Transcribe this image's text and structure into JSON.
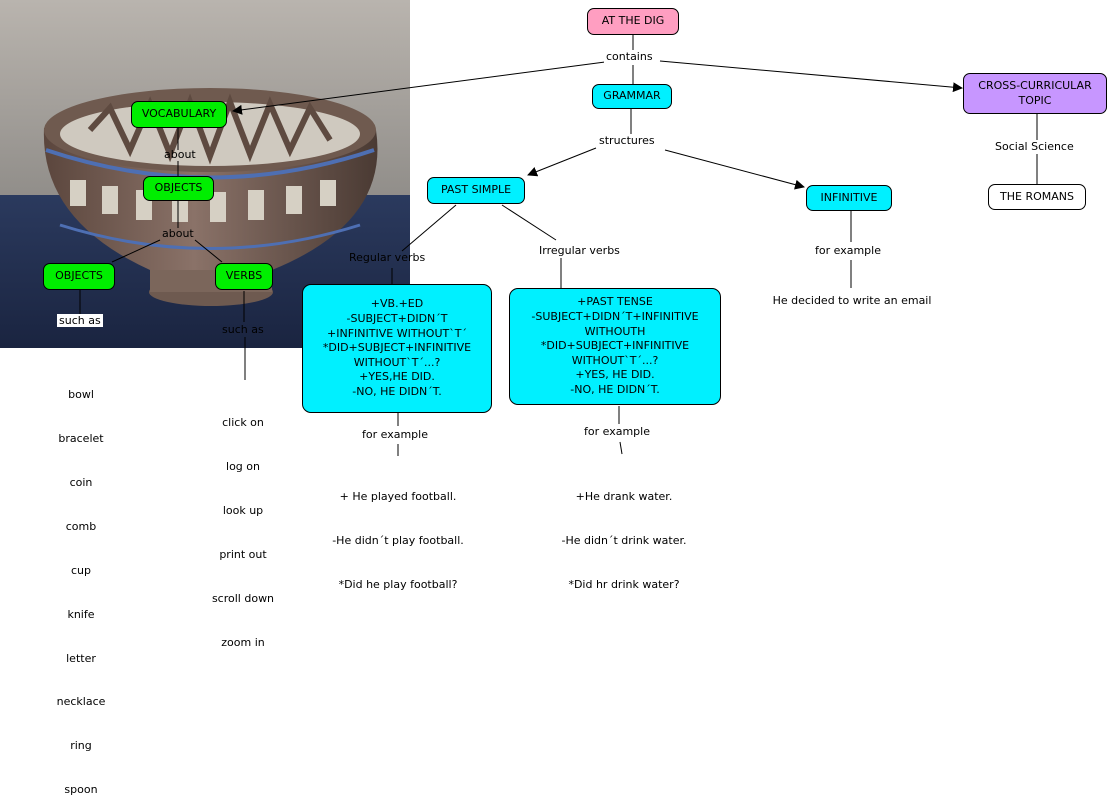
{
  "nodes": {
    "at_the_dig": "AT THE DIG",
    "vocabulary": "VOCABULARY",
    "grammar": "GRAMMAR",
    "cross_curricular": [
      "CROSS-CURRICULAR",
      "TOPIC"
    ],
    "objects_top": "OBJECTS",
    "objects_left": "OBJECTS",
    "verbs": "VERBS",
    "past_simple": "PAST SIMPLE",
    "infinitive": "INFINITIVE",
    "the_romans": "THE ROMANS",
    "regular_box": [
      "+VB.+ED",
      "-SUBJECT+DIDN´T",
      "+INFINITIVE WITHOUT`T´",
      "*DID+SUBJECT+INFINITIVE",
      "WITHOUT`T´...?",
      "+YES,HE DID.",
      "-NO, HE DIDN´T."
    ],
    "irregular_box": [
      "+PAST TENSE",
      "-SUBJECT+DIDN´T+INFINITIVE",
      "WITHOUTH",
      "*DID+SUBJECT+INFINITIVE",
      "WITHOUT`T´...?",
      "+YES, HE DID.",
      "-NO, HE DIDN´T."
    ]
  },
  "labels": {
    "contains": "contains",
    "structures": "structures",
    "social_science": "Social Science",
    "about_1": "about",
    "about_2": "about",
    "such_as_1": "such as",
    "such_as_2": "such as",
    "regular_verbs": "Regular verbs",
    "irregular_verbs": "Irregular verbs",
    "for_example_1": "for example",
    "for_example_2": "for example",
    "for_example_3": "for example"
  },
  "texts": {
    "objects_list": [
      "bowl",
      "bracelet",
      "coin",
      "comb",
      "cup",
      "knife",
      "letter",
      "necklace",
      "ring",
      "spoon"
    ],
    "verbs_list": [
      "click on",
      "log on",
      "look up",
      "print out",
      "scroll down",
      "zoom in"
    ],
    "infinitive_example": "He decided to write an email",
    "regular_examples": [
      "+ He played football.",
      "-He didn´t play football.",
      "*Did he play football?"
    ],
    "irregular_examples": [
      "+He drank water.",
      "-He didn´t drink water.",
      "*Did hr drink water?"
    ]
  },
  "colors": {
    "pink": "#ff9ec1",
    "cyan": "#00f0ff",
    "green": "#00ee00",
    "purple": "#c796ff"
  },
  "photo": "bowl-photo"
}
